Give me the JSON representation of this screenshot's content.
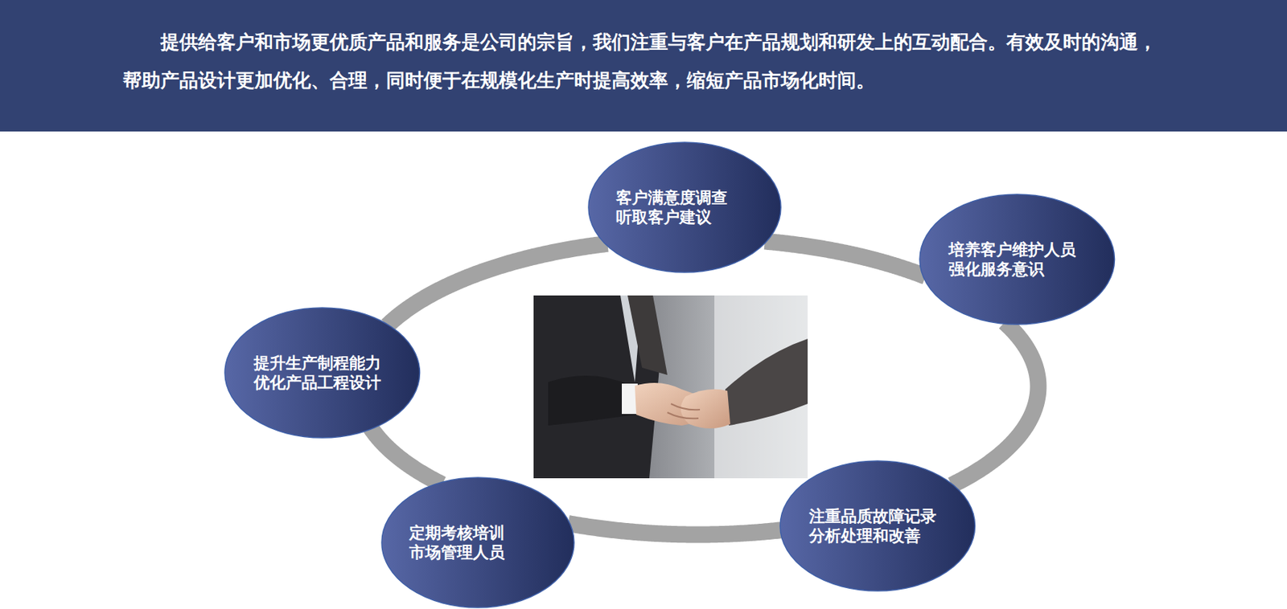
{
  "diagram": {
    "nodes": [
      {
        "text": [
          "提供给客户和市场更优质产品和服务是公司的宗旨，我们注重与客户在产品规划和研发上的互动配合。有效及时的沟通，帮助产品设计更加优化、合理，同时便于在规模化生产时提高效率，缩短产品市场化时间。"
        ]
      },
      {
        "text": [
          "客户满意度调查 听取客户建议"
        ]
      },
      {
        "text": [
          "培养客户维护人员 强化服务意识"
        ]
      },
      {
        "text": [
          "注重品质故障记录 分析处理和改善"
        ]
      },
      {
        "text": [
          "定期考核培训 市场管理人员"
        ]
      },
      {
        "text": [
          "提升生产制程能力 优化产品工程设计"
        ]
      }
    ],
    "edges": [
      {
        "from": 1,
        "to": 2,
        "arrow": "none"
      },
      {
        "from": 2,
        "to": 3,
        "arrow": "none"
      },
      {
        "from": 3,
        "to": 4,
        "arrow": "none"
      },
      {
        "from": 4,
        "to": 5,
        "arrow": "none"
      },
      {
        "from": 5,
        "to": 1,
        "arrow": "none"
      }
    ]
  }
}
